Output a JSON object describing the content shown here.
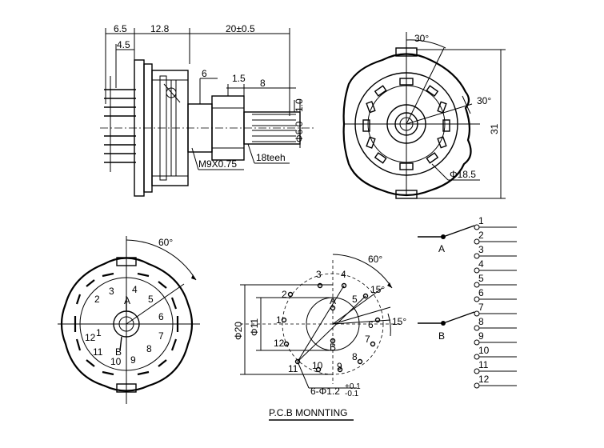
{
  "side_view": {
    "dim_6_5": "6.5",
    "dim_12_8": "12.8",
    "dim_20": "20±0.5",
    "dim_4_5": "4.5",
    "dim_6": "6",
    "dim_1_5": "1.5",
    "dim_8": "8",
    "dim_1_0": "1.0",
    "dim_phi6": "Φ6.0",
    "thread": "M9X0.75",
    "teeth": "18teeh"
  },
  "front_view": {
    "angle_top": "30°",
    "angle_side": "30°",
    "dim_31": "31",
    "dim_phi18_5": "Φ18.5"
  },
  "contact_view": {
    "angle": "60°",
    "numbers": [
      "1",
      "2",
      "3",
      "4",
      "5",
      "6",
      "7",
      "8",
      "9",
      "10",
      "11",
      "12"
    ],
    "pole_a": "A",
    "pole_b": "B"
  },
  "pcb_view": {
    "angle_60": "60°",
    "angle_15a": "15°",
    "angle_15b": "15°",
    "dim_phi20": "Φ20",
    "dim_phi11": "Φ11",
    "holes": "6-Φ1.2",
    "tol_plus": "+0.1",
    "tol_minus": "-0.1",
    "numbers": [
      "1",
      "2",
      "3",
      "4",
      "5",
      "6",
      "7",
      "8",
      "9",
      "10",
      "11",
      "12"
    ],
    "pole_a": "A",
    "pole_b": "B",
    "title": "P.C.B MONNTING"
  },
  "schematic": {
    "pole_a": "A",
    "pole_b": "B",
    "positions": [
      "1",
      "2",
      "3",
      "4",
      "5",
      "6",
      "7",
      "8",
      "9",
      "10",
      "11",
      "12"
    ]
  }
}
